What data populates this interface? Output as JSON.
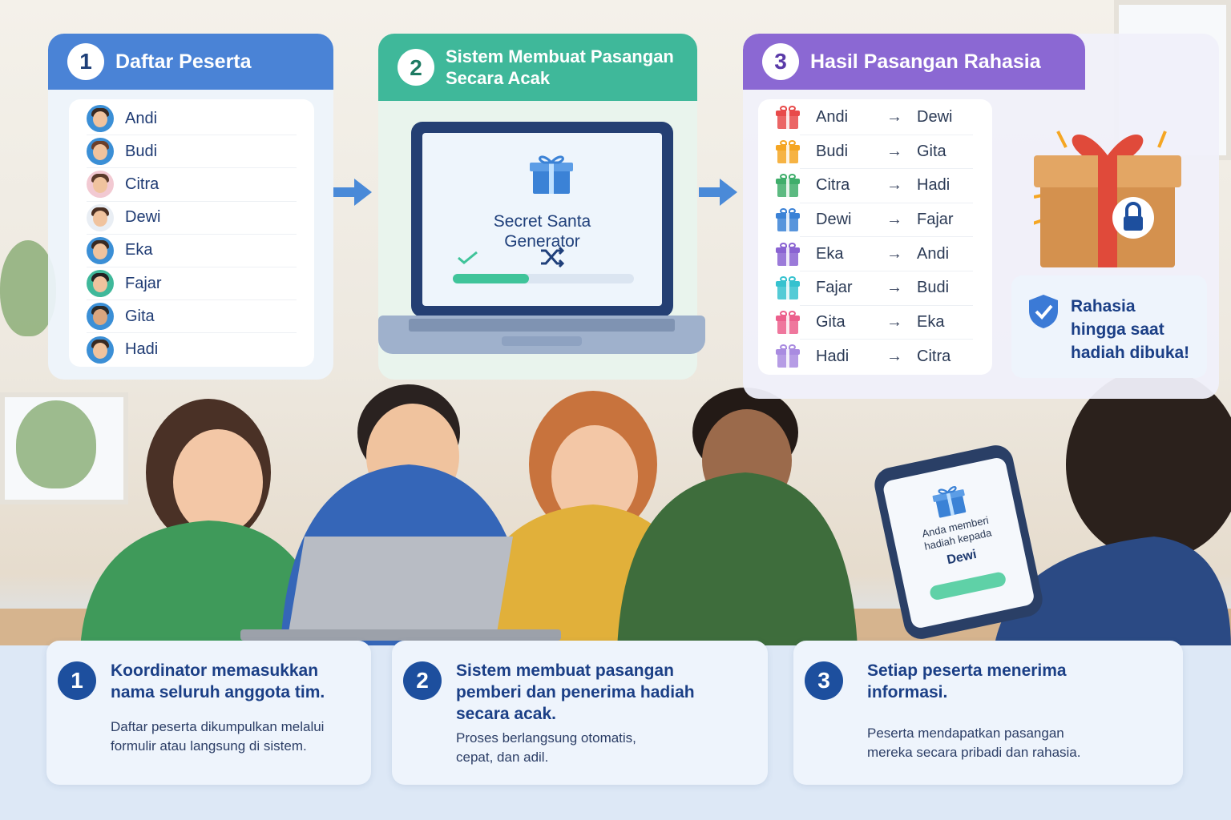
{
  "panel1": {
    "number": "1",
    "title": "Daftar Peserta",
    "participants": [
      "Andi",
      "Budi",
      "Citra",
      "Dewi",
      "Eka",
      "Fajar",
      "Gita",
      "Hadi"
    ]
  },
  "panel2": {
    "number": "2",
    "title_line1": "Sistem Membuat Pasangan",
    "title_line2": "Secara Acak",
    "screen_title_line1": "Secret Santa",
    "screen_title_line2": "Generator",
    "progress": 0.42
  },
  "panel3": {
    "number": "3",
    "title": "Hasil Pasangan Rahasia",
    "arrow_glyph": "→",
    "pairs": [
      {
        "giver": "Andi",
        "receiver": "Dewi",
        "color": "#e84a4a"
      },
      {
        "giver": "Budi",
        "receiver": "Gita",
        "color": "#f5a623"
      },
      {
        "giver": "Citra",
        "receiver": "Hadi",
        "color": "#3fae6b"
      },
      {
        "giver": "Dewi",
        "receiver": "Fajar",
        "color": "#3b82d6"
      },
      {
        "giver": "Eka",
        "receiver": "Andi",
        "color": "#8a63d2"
      },
      {
        "giver": "Fajar",
        "receiver": "Budi",
        "color": "#36c2cf"
      },
      {
        "giver": "Gita",
        "receiver": "Eka",
        "color": "#ec5f8c"
      },
      {
        "giver": "Hadi",
        "receiver": "Citra",
        "color": "#a98be0"
      }
    ],
    "secret_line1": "Rahasia",
    "secret_line2": "hingga saat",
    "secret_line3": "hadiah dibuka!"
  },
  "phone": {
    "message_line1": "Anda memberi",
    "message_line2": "hadiah kepada",
    "recipient": "Dewi"
  },
  "steps": [
    {
      "number": "1",
      "title_line1": "Koordinator memasukkan",
      "title_line2": "nama seluruh anggota tim.",
      "title_line3": "",
      "desc_line1": "Daftar peserta dikumpulkan melalui",
      "desc_line2": "formulir atau langsung di sistem."
    },
    {
      "number": "2",
      "title_line1": "Sistem membuat pasangan",
      "title_line2": "pemberi dan penerima hadiah",
      "title_line3": "secara acak.",
      "desc_line1": "Proses berlangsung otomatis,",
      "desc_line2": "cepat, dan adil."
    },
    {
      "number": "3",
      "title_line1": "Setiap peserta menerima",
      "title_line2": "informasi.",
      "title_line3": "",
      "desc_line1": "Peserta mendapatkan pasangan",
      "desc_line2": "mereka secara pribadi dan rahasia."
    }
  ],
  "colors": {
    "panel1_accent": "#4a83d6",
    "panel2_accent": "#3fb89a",
    "panel3_accent": "#8b68d3",
    "step_badge": "#1d4f9e"
  },
  "icons": [
    "gift-icon",
    "shuffle-icon",
    "check-icon",
    "shield-check-icon",
    "lock-icon",
    "arrow-right-icon"
  ]
}
